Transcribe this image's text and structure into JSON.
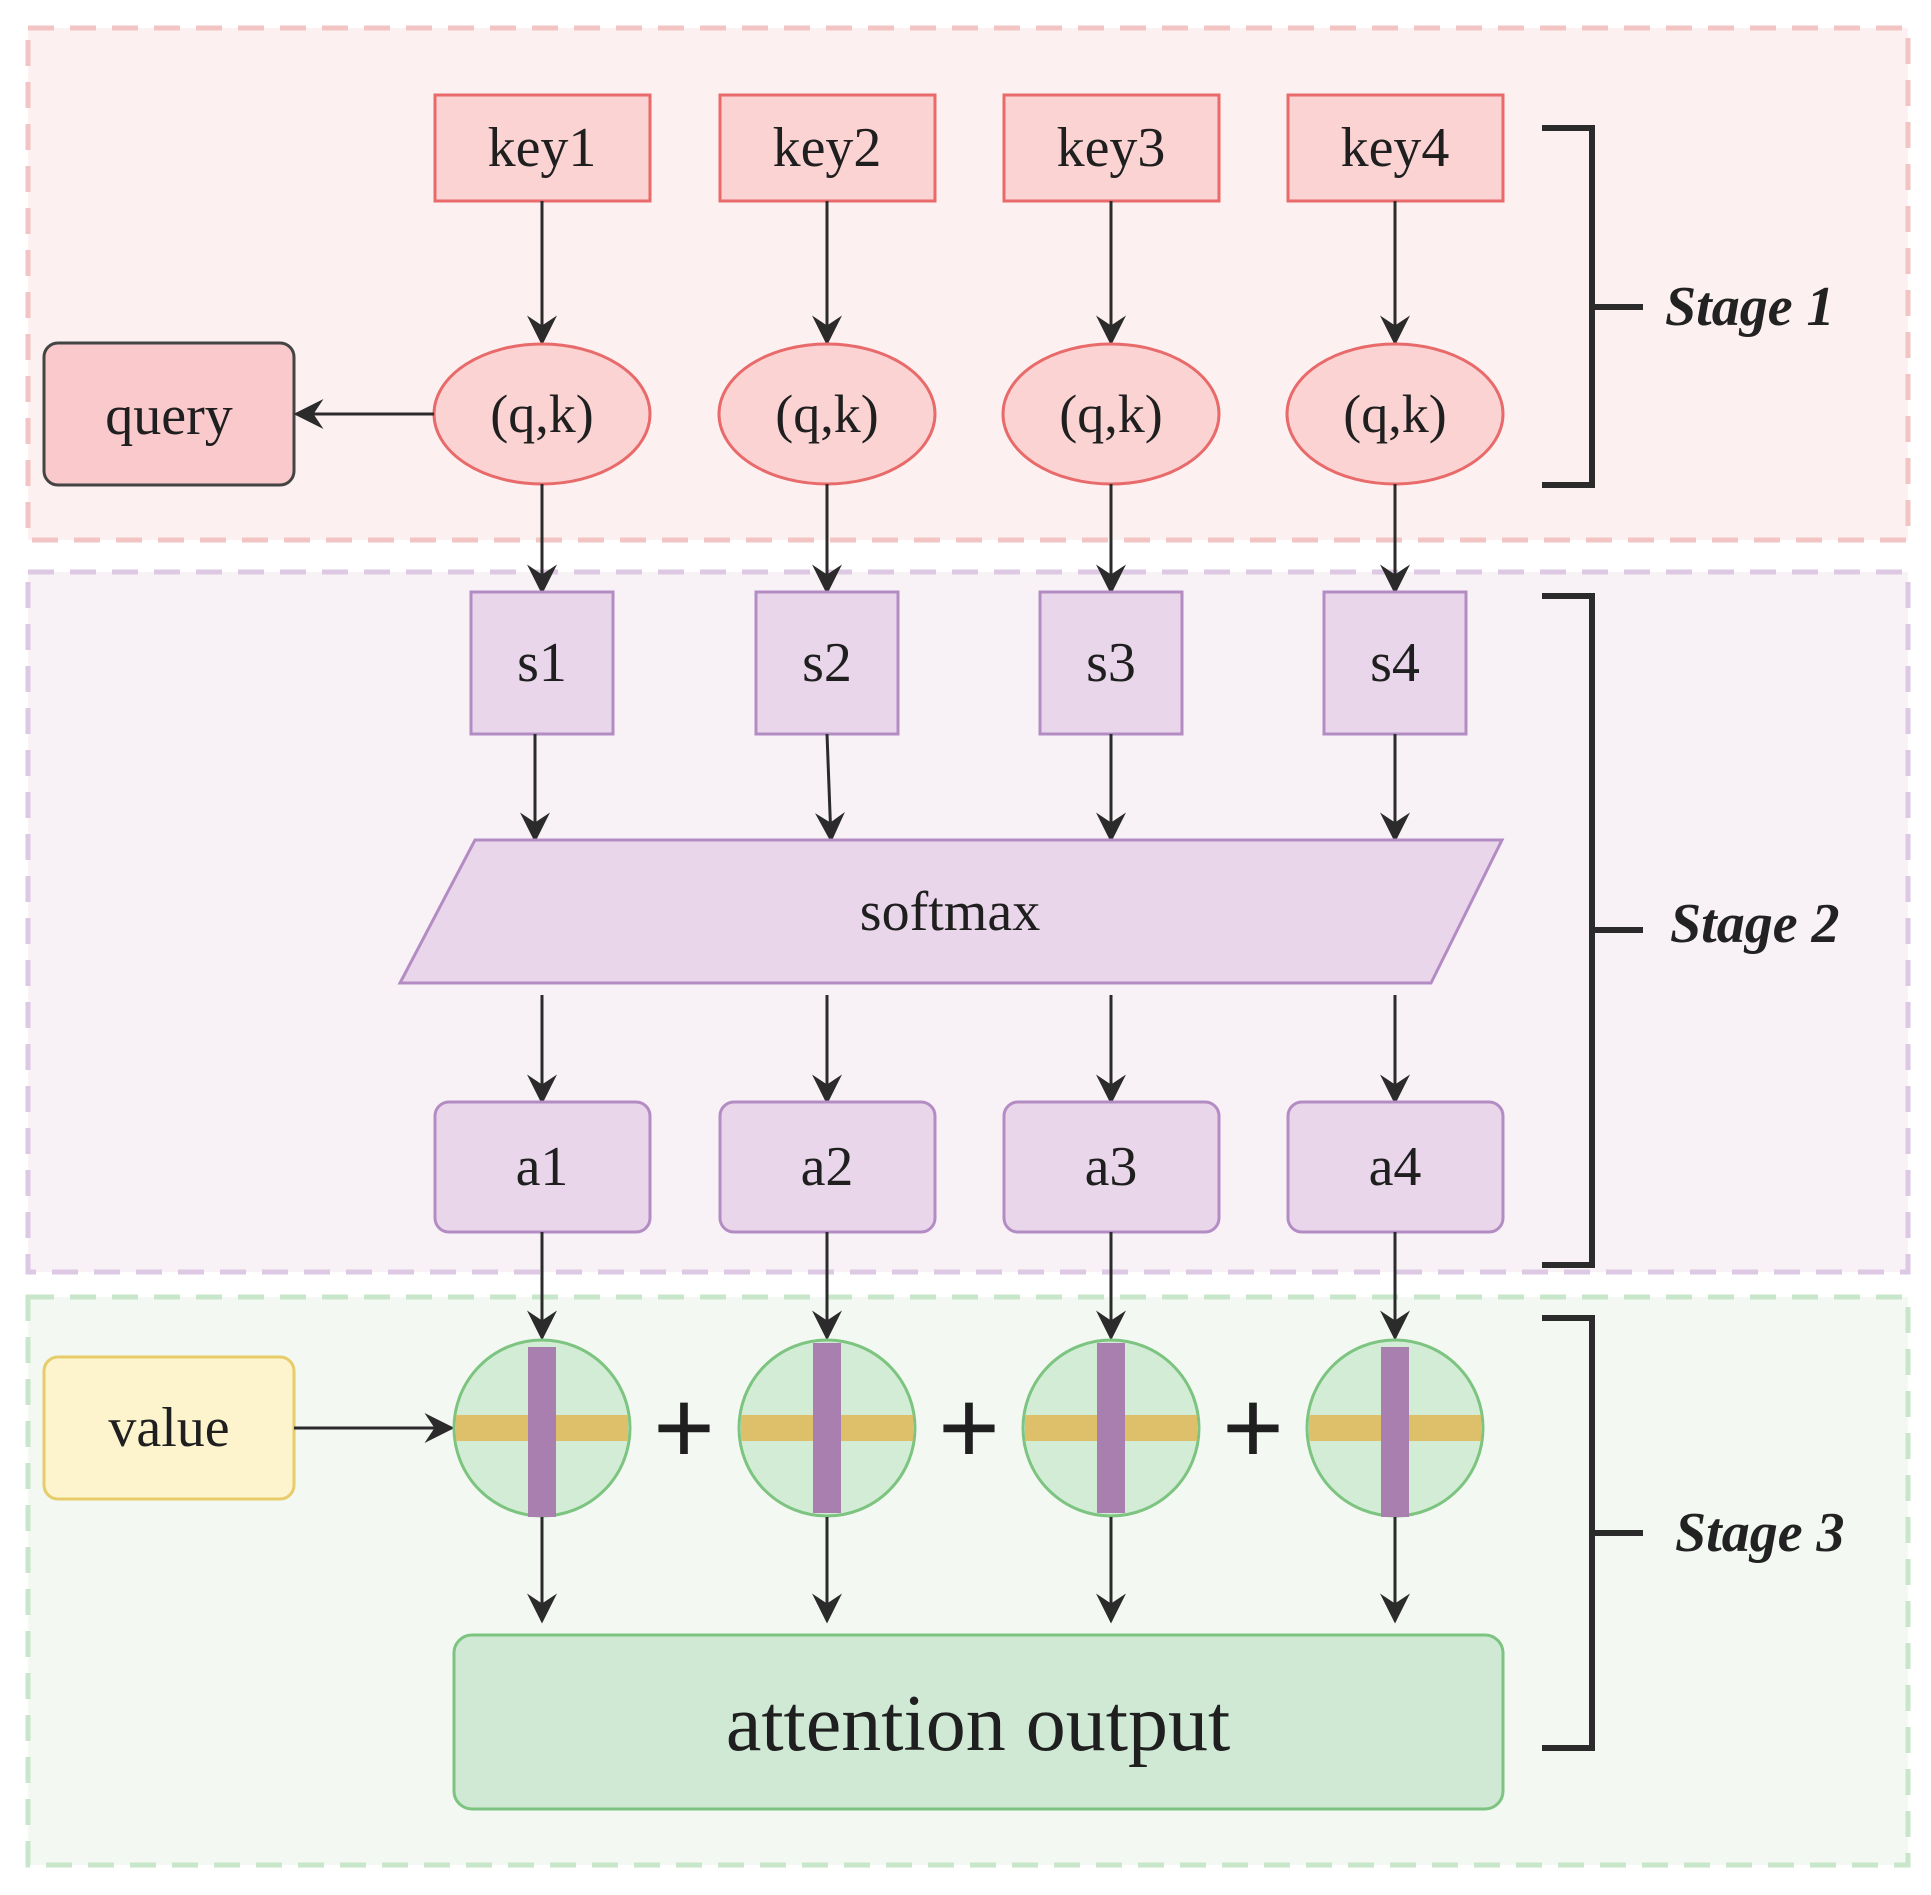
{
  "stages": [
    {
      "label": "Stage 1",
      "fill": "#fdf0f0",
      "border": "#f2c4c4"
    },
    {
      "label": "Stage 2",
      "fill": "#f8f2f7",
      "border": "#ddc9e3"
    },
    {
      "label": "Stage 3",
      "fill": "#f3f8f3",
      "border": "#c8e6c9"
    }
  ],
  "keys": [
    "key1",
    "key2",
    "key3",
    "key4"
  ],
  "pairs": [
    "(q,k)",
    "(q,k)",
    "(q,k)",
    "(q,k)"
  ],
  "query_label": "query",
  "scores": [
    "s1",
    "s2",
    "s3",
    "s4"
  ],
  "softmax_label": "softmax",
  "weights": [
    "a1",
    "a2",
    "a3",
    "a4"
  ],
  "value_label": "value",
  "plus_signs": [
    "+",
    "+",
    "+"
  ],
  "output_label": "attention output",
  "colors": {
    "key_fill": "#fcd3d3",
    "key_stroke": "#e86a6a",
    "query_fill": "#f9c9cc",
    "query_stroke": "#444444",
    "score_fill": "#e9d6ea",
    "score_stroke": "#b48cc4",
    "value_fill": "#fdf3cc",
    "value_stroke": "#e7cc6a",
    "multiply_fill": "#d3ecd6",
    "multiply_stroke": "#7cc47f",
    "bar_gold": "#dfc06a",
    "bar_purple": "#a97fb0",
    "output_fill": "#cfe9d5",
    "output_stroke": "#7cc47f",
    "arrow": "#2b2b2b"
  }
}
